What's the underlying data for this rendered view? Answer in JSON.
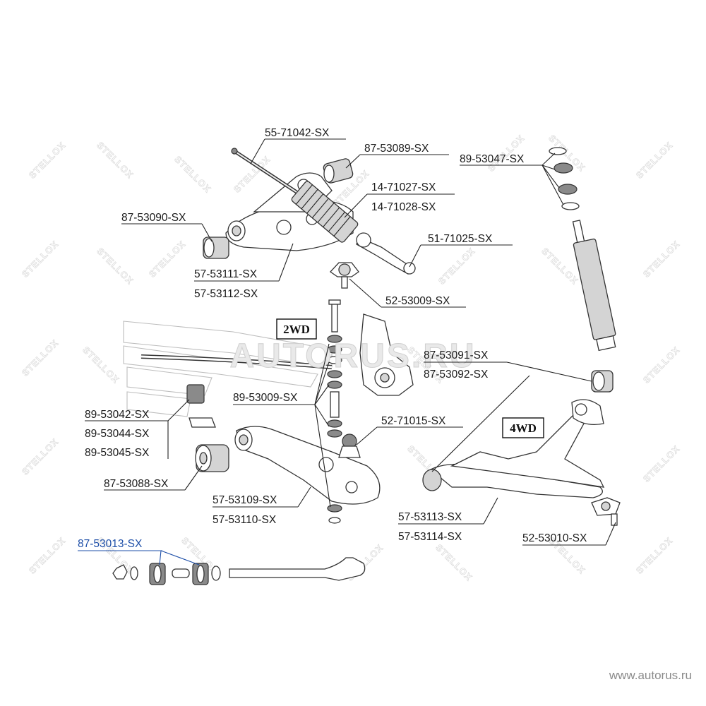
{
  "brand_watermark": "STELLOX",
  "center_watermark": "AUTORUS.RU",
  "footer": "www.autorus.ru",
  "drive_labels": {
    "two": "2WD",
    "four": "4WD"
  },
  "parts": {
    "p55_71042": "55-71042-SX",
    "p87_53089": "87-53089-SX",
    "p89_53047": "89-53047-SX",
    "p14_71027": "14-71027-SX",
    "p14_71028": "14-71028-SX",
    "p87_53090": "87-53090-SX",
    "p51_71025": "51-71025-SX",
    "p57_53111": "57-53111-SX",
    "p57_53112": "57-53112-SX",
    "p52_53009": "52-53009-SX",
    "p87_53091": "87-53091-SX",
    "p87_53092": "87-53092-SX",
    "p89_53009": "89-53009-SX",
    "p89_53042": "89-53042-SX",
    "p89_53044": "89-53044-SX",
    "p89_53045": "89-53045-SX",
    "p52_71015": "52-71015-SX",
    "p87_53088": "87-53088-SX",
    "p57_53109": "57-53109-SX",
    "p57_53110": "57-53110-SX",
    "p57_53113": "57-53113-SX",
    "p57_53114": "57-53114-SX",
    "p52_53010": "52-53010-SX",
    "p87_53013": "87-53013-SX"
  },
  "colors": {
    "highlight": "#1e4fa8",
    "ink": "#1a1a1a",
    "watermark": "#dcdcdc"
  }
}
